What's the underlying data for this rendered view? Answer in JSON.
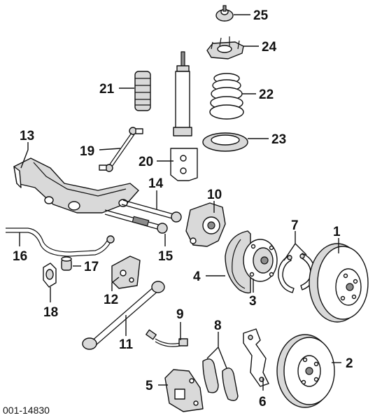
{
  "figure_id": "001-14830",
  "callouts": {
    "c1": "1",
    "c2": "2",
    "c3": "3",
    "c4": "4",
    "c5": "5",
    "c6": "6",
    "c7": "7",
    "c8": "8",
    "c9": "9",
    "c10": "10",
    "c11": "11",
    "c12": "12",
    "c13": "13",
    "c14": "14",
    "c15": "15",
    "c16": "16",
    "c17": "17",
    "c18": "18",
    "c19": "19",
    "c20": "20",
    "c21": "21",
    "c22": "22",
    "c23": "23",
    "c24": "24",
    "c25": "25"
  }
}
